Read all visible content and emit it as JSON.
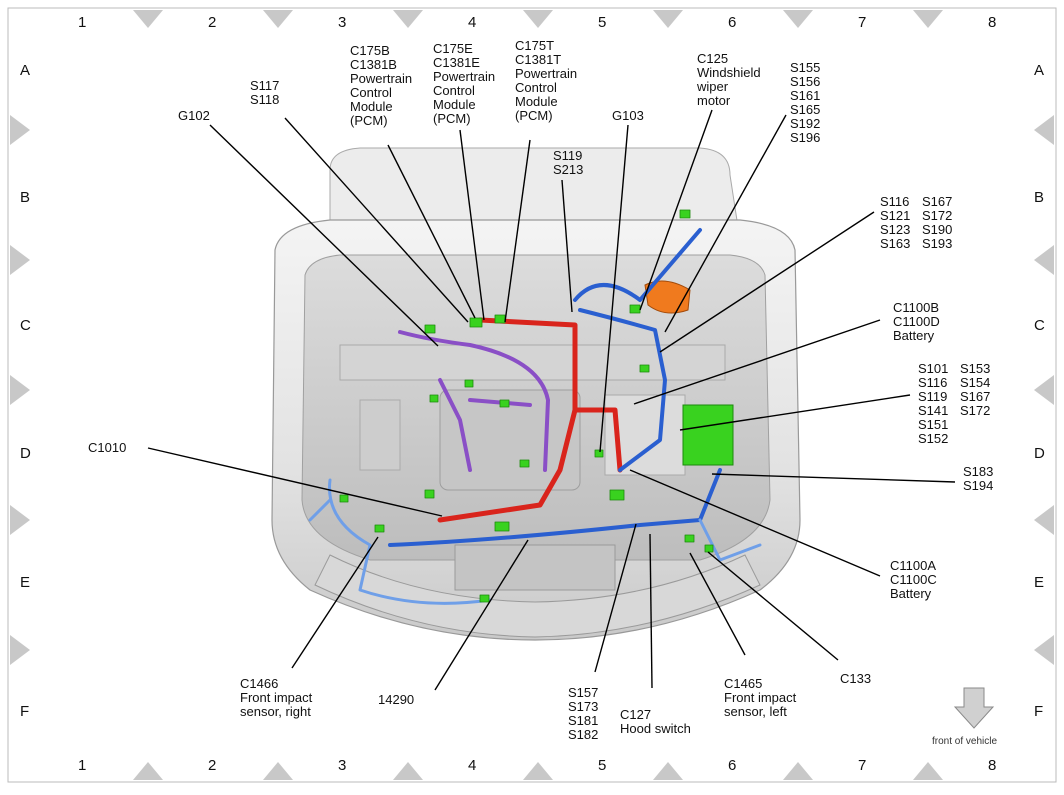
{
  "grid": {
    "columns": [
      "1",
      "2",
      "3",
      "4",
      "5",
      "6",
      "7",
      "8"
    ],
    "rows": [
      "A",
      "B",
      "C",
      "D",
      "E",
      "F"
    ]
  },
  "callouts": [
    {
      "id": "g102",
      "lines": [
        "G102"
      ]
    },
    {
      "id": "s117",
      "lines": [
        "S117",
        "S118"
      ]
    },
    {
      "id": "c175b",
      "lines": [
        "C175B",
        "C1381B",
        "Powertrain",
        "Control",
        "Module",
        "(PCM)"
      ]
    },
    {
      "id": "c175e",
      "lines": [
        "C175E",
        "C1381E",
        "Powertrain",
        "Control",
        "Module",
        "(PCM)"
      ]
    },
    {
      "id": "c175t",
      "lines": [
        "C175T",
        "C1381T",
        "Powertrain",
        "Control",
        "Module",
        "(PCM)"
      ]
    },
    {
      "id": "g103",
      "lines": [
        "G103"
      ]
    },
    {
      "id": "s119",
      "lines": [
        "S119",
        "S213"
      ]
    },
    {
      "id": "c125",
      "lines": [
        "C125",
        "Windshield",
        "wiper",
        "motor"
      ]
    },
    {
      "id": "s155",
      "lines": [
        "S155",
        "S156",
        "S161",
        "S165",
        "S192",
        "S196"
      ]
    },
    {
      "id": "s116a",
      "lines": [
        "S116",
        "S121",
        "S123",
        "S163"
      ]
    },
    {
      "id": "s167a",
      "lines": [
        "S167",
        "S172",
        "S190",
        "S193"
      ]
    },
    {
      "id": "c1100b",
      "lines": [
        "C1100B",
        "C1100D",
        "Battery"
      ]
    },
    {
      "id": "s101",
      "lines": [
        "S101",
        "S116",
        "S119",
        "S141",
        "S151",
        "S152"
      ]
    },
    {
      "id": "s153",
      "lines": [
        "S153",
        "S154",
        "S167",
        "S172"
      ]
    },
    {
      "id": "s183",
      "lines": [
        "S183",
        "S194"
      ]
    },
    {
      "id": "c1010",
      "lines": [
        "C1010"
      ]
    },
    {
      "id": "c1100a",
      "lines": [
        "C1100A",
        "C1100C",
        "Battery"
      ]
    },
    {
      "id": "c133",
      "lines": [
        "C133"
      ]
    },
    {
      "id": "c1465",
      "lines": [
        "C1465",
        "Front impact",
        "sensor, left"
      ]
    },
    {
      "id": "c127",
      "lines": [
        "C127",
        "Hood switch"
      ]
    },
    {
      "id": "s157",
      "lines": [
        "S157",
        "S173",
        "S181",
        "S182"
      ]
    },
    {
      "id": "n14290",
      "lines": [
        "14290"
      ]
    },
    {
      "id": "c1466",
      "lines": [
        "C1466",
        "Front impact",
        "sensor, right"
      ]
    }
  ],
  "orientation_label": "front of vehicle",
  "colors": {
    "harness_red": "#d9241c",
    "harness_blue": "#2a5fd0",
    "harness_lightblue": "#6f9fe8",
    "harness_purple": "#8a4fc6",
    "connector_green": "#39d21f",
    "component_orange": "#f07a1e"
  }
}
